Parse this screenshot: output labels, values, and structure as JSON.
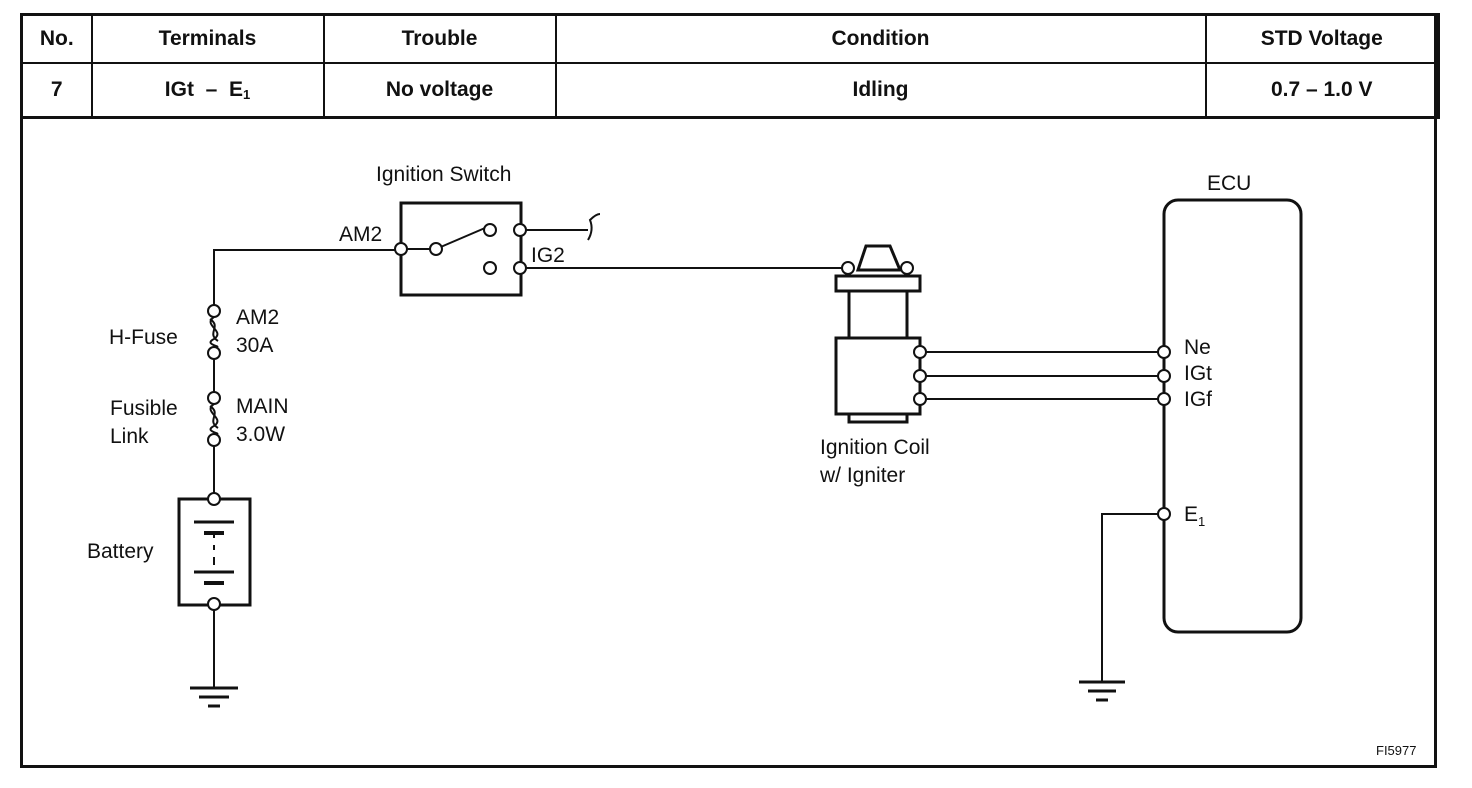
{
  "table": {
    "headers": {
      "no": "No.",
      "terminals": "Terminals",
      "trouble": "Trouble",
      "condition": "Condition",
      "std_voltage": "STD Voltage"
    },
    "row": {
      "no": "7",
      "terminals_main": "IGt  –  E",
      "terminals_sub": "1",
      "trouble": "No voltage",
      "condition": "Idling",
      "std_voltage": "0.7 – 1.0 V"
    }
  },
  "diagram": {
    "ignition_switch": "Ignition Switch",
    "am2_terminal": "AM2",
    "ig2_terminal": "IG2",
    "h_fuse": "H-Fuse",
    "h_fuse_name": "AM2",
    "h_fuse_rating": "30A",
    "fusible_link_line1": "Fusible",
    "fusible_link_line2": "Link",
    "fusible_link_name": "MAIN",
    "fusible_link_rating": "3.0W",
    "battery": "Battery",
    "ignition_coil_line1": "Ignition Coil",
    "ignition_coil_line2": "w/ Igniter",
    "ecu": "ECU",
    "ecu_ne": "Ne",
    "ecu_igt": "IGt",
    "ecu_igf": "IGf",
    "ecu_e1_main": "E",
    "ecu_e1_sub": "1",
    "figure_code": "FI5977"
  }
}
